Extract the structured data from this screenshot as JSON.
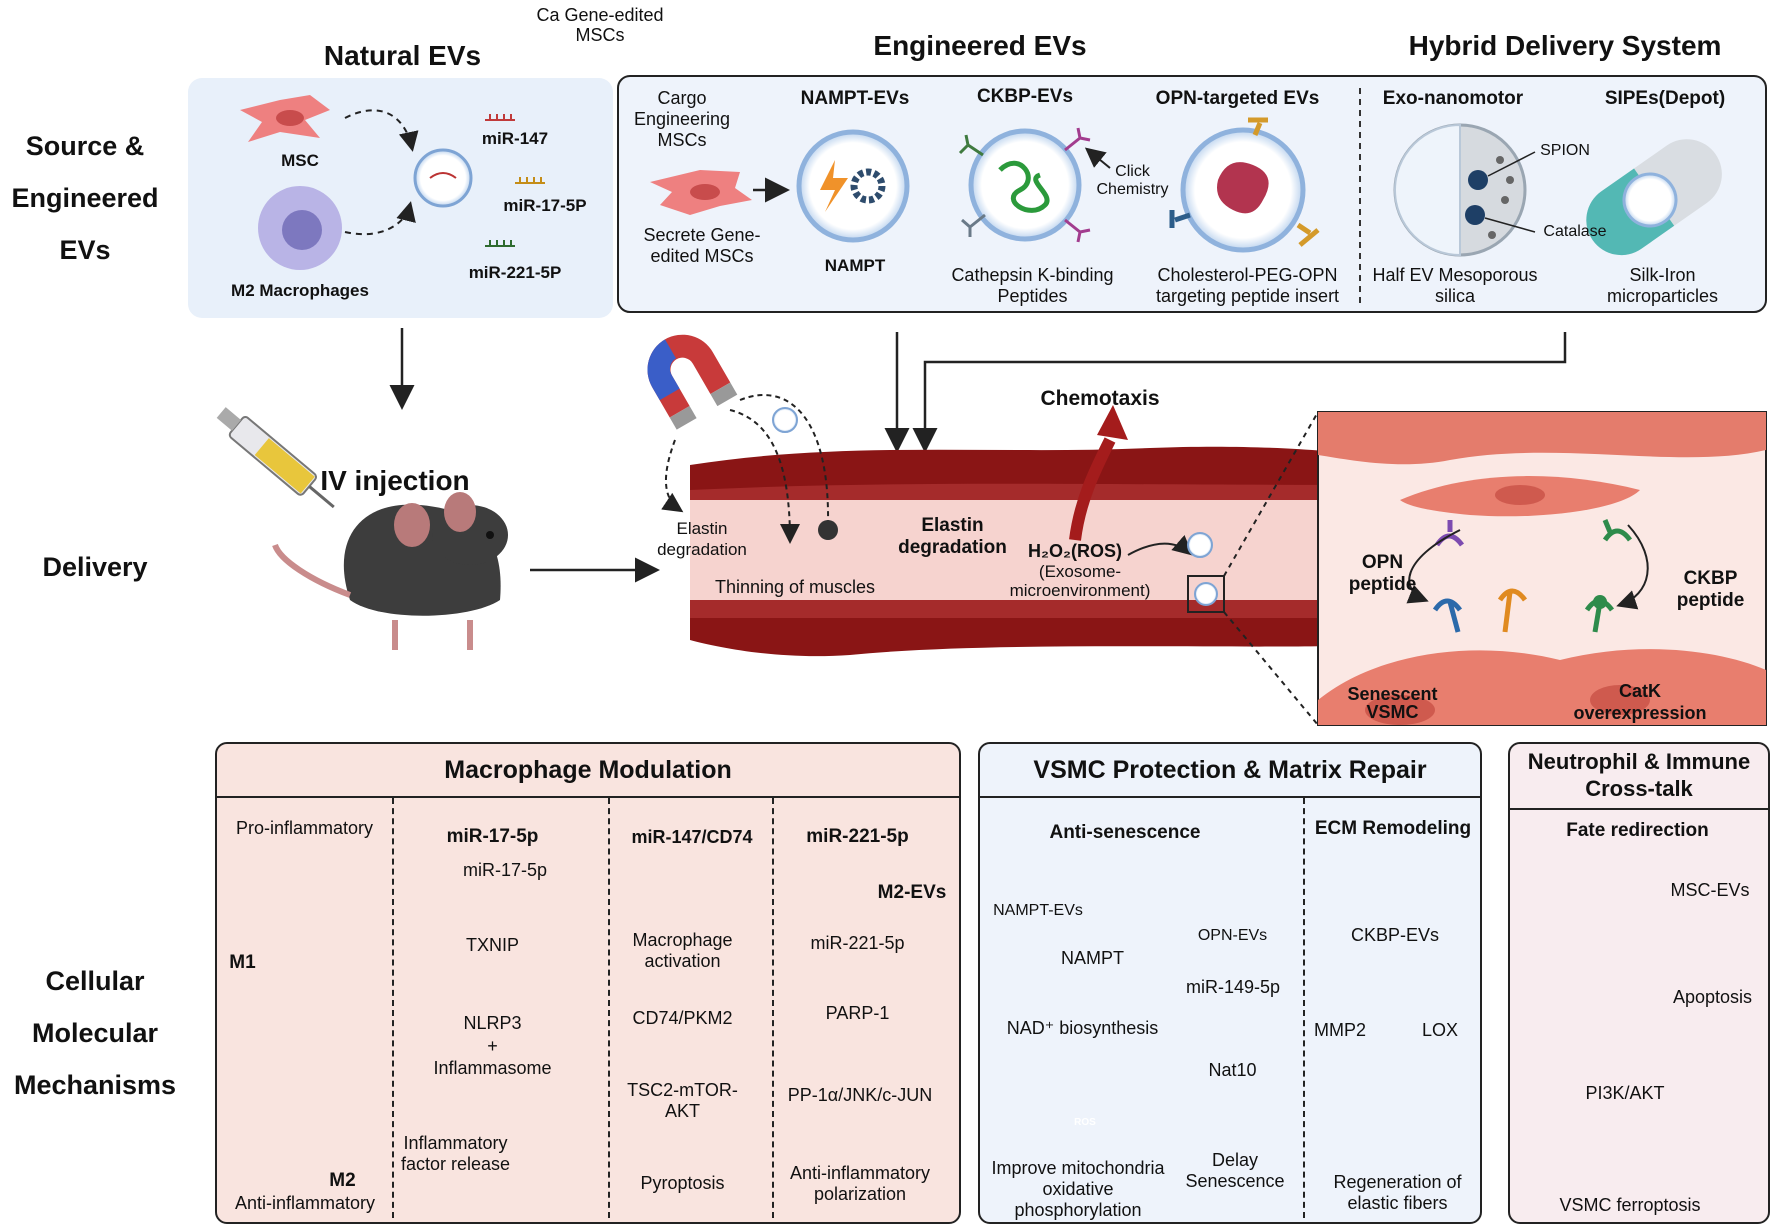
{
  "rows": {
    "source": "Source & Engineered EVs",
    "delivery": "Delivery",
    "cellular": "Cellular Molecular Mechanisms"
  },
  "titles": {
    "natural": "Natural EVs",
    "engineered": "Engineered EVs",
    "hybrid": "Hybrid Delivery System",
    "ca": "Ca Gene-edited MSCs"
  },
  "natural": {
    "msc": "MSC",
    "m2": "M2 Macrophages",
    "mirna": [
      "miR-147",
      "miR-17-5P",
      "miR-221-5P"
    ]
  },
  "engineered": {
    "cargo": "Cargo Engineering MSCs",
    "secrete": "Secrete Gene-edited MSCs",
    "nampt_title": "NAMPT-EVs",
    "nampt": "NAMPT",
    "ckbp_title": "CKBP-EVs",
    "ckbp_desc": "Cathepsin K-binding Peptides",
    "click": "Click Chemistry",
    "opn_title": "OPN-targeted EVs",
    "opn_desc": "Cholesterol-PEG-OPN targeting peptide insert"
  },
  "hybrid": {
    "exo_title": "Exo-nanomotor",
    "spion": "SPION",
    "catalase": "Catalase",
    "exo_desc": "Half EV Mesoporous silica",
    "sipes_title": "SIPEs(Depot)",
    "sipes_desc": "Silk-Iron microparticles"
  },
  "delivery": {
    "iv": "IV injection",
    "elastin_small": "Elastin degradation",
    "thinning": "Thinning of muscles",
    "elastin_bold": "Elastin degradation",
    "chemotaxis": "Chemotaxis",
    "h2o2": "H₂O₂(ROS)",
    "exo_micro": "(Exosome-microenvironment)",
    "opn_peptide": "OPN peptide",
    "ckbp_peptide": "CKBP peptide",
    "senescent": "Senescent VSMC",
    "catk": "CatK overexpression"
  },
  "macro": {
    "title": "Macrophage Modulation",
    "pro": "Pro-inflammatory",
    "m1": "M1",
    "m2": "M2",
    "anti": "Anti-inflammatory",
    "c1": {
      "title": "miR-17-5p",
      "mir": "miR-17-5p",
      "txnip": "TXNIP",
      "nlrp3": "NLRP3",
      "plus": "+",
      "inflammasome": "Inflammasome",
      "release": "Inflammatory factor release"
    },
    "c2": {
      "title": "miR-147/CD74",
      "activation": "Macrophage activation",
      "cd74": "CD74/PKM2",
      "tsc2": "TSC2-mTOR-AKT",
      "pyro": "Pyroptosis"
    },
    "c3": {
      "title": "miR-221-5p",
      "m2evs": "M2-EVs",
      "mir": "miR-221-5p",
      "parp": "PARP-1",
      "pp": "PP-1α/JNK/c-JUN",
      "anti": "Anti-inflammatory polarization"
    }
  },
  "vsmc": {
    "title": "VSMC Protection & Matrix Repair",
    "anti_sen": "Anti-senescence",
    "nampt_evs": "NAMPT-EVs",
    "opn_evs": "OPN-EVs",
    "nampt": "NAMPT",
    "mir149": "miR-149-5p",
    "nad": "NAD⁺ biosynthesis",
    "nat10": "Nat10",
    "ros": "ROS",
    "mito": "Improve mitochondria oxidative phosphorylation",
    "delay": "Delay Senescence",
    "ecm": "ECM Remodeling",
    "ckbp_evs": "CKBP-EVs",
    "mmp2": "MMP2",
    "lox": "LOX",
    "regen": "Regeneration of elastic fibers"
  },
  "neutro": {
    "title": "Neutrophil & Immune Cross-talk",
    "fate": "Fate redirection",
    "msc_evs": "MSC-EVs",
    "apoptosis": "Apoptosis",
    "pi3k": "PI3K/AKT",
    "ferro": "VSMC ferroptosis"
  }
}
